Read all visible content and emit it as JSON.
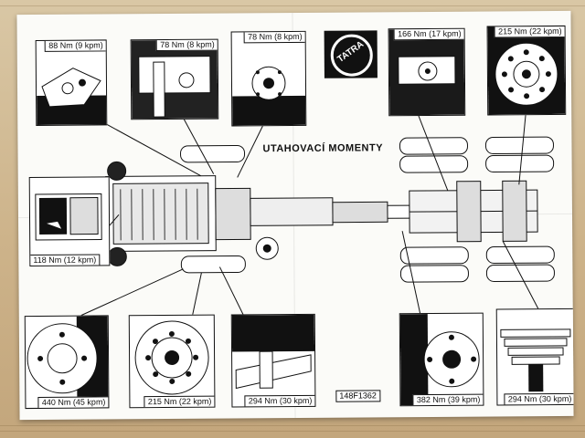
{
  "title": "UTAHOVACÍ MOMENTY",
  "logo_text": "TATRA",
  "drawing_code": "148F1362",
  "labels": {
    "top1": "88 Nm (9 kpm)",
    "top2": "78 Nm (8 kpm)",
    "top3": "78 Nm (8 kpm)",
    "top4": "166 Nm (17 kpm)",
    "top5": "215 Nm (22 kpm)",
    "left": "118 Nm (12 kpm)",
    "bot1": "440 Nm (45 kpm)",
    "bot2": "215 Nm (22 kpm)",
    "bot3": "294 Nm (30 kpm)",
    "bot4": "382 Nm (39 kpm)",
    "bot5": "294 Nm (30 kpm)"
  }
}
